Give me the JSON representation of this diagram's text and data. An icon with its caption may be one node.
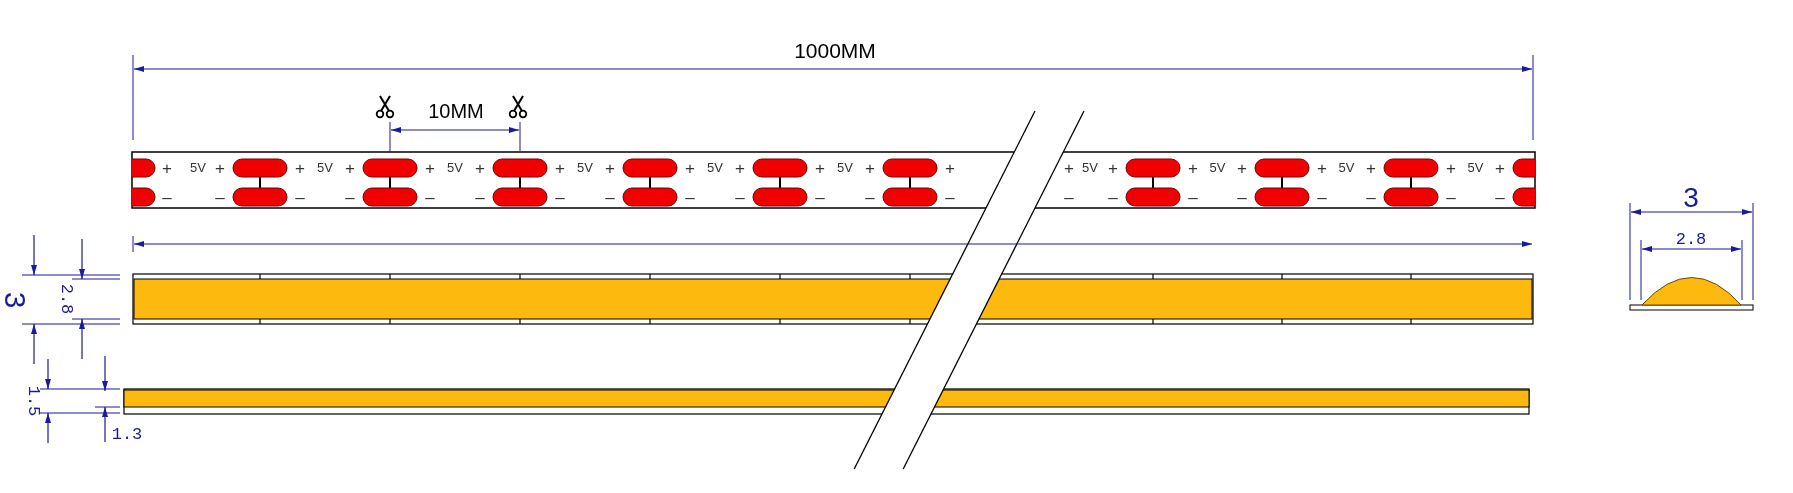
{
  "diagram": {
    "labels": [
      "1000MM",
      "10MM",
      "+",
      "5V",
      "+",
      "+",
      "5V",
      "+",
      "+",
      "5V",
      "+",
      "+",
      "5V",
      "+",
      "+",
      "5V",
      "+",
      "+",
      "5V",
      "+",
      "+",
      "+",
      "5V",
      "+",
      "+",
      "5V",
      "+",
      "+",
      "5V",
      "+",
      "+",
      "5V",
      "+",
      "–",
      "–",
      "–",
      "–",
      "–",
      "–",
      "–",
      "–",
      "–",
      "–",
      "–",
      "–",
      "–",
      "–",
      "–",
      "–",
      "–",
      "–",
      "–",
      "–",
      "–",
      "3",
      "2.8",
      "1.5",
      "1.3",
      "3",
      "2.8"
    ]
  }
}
